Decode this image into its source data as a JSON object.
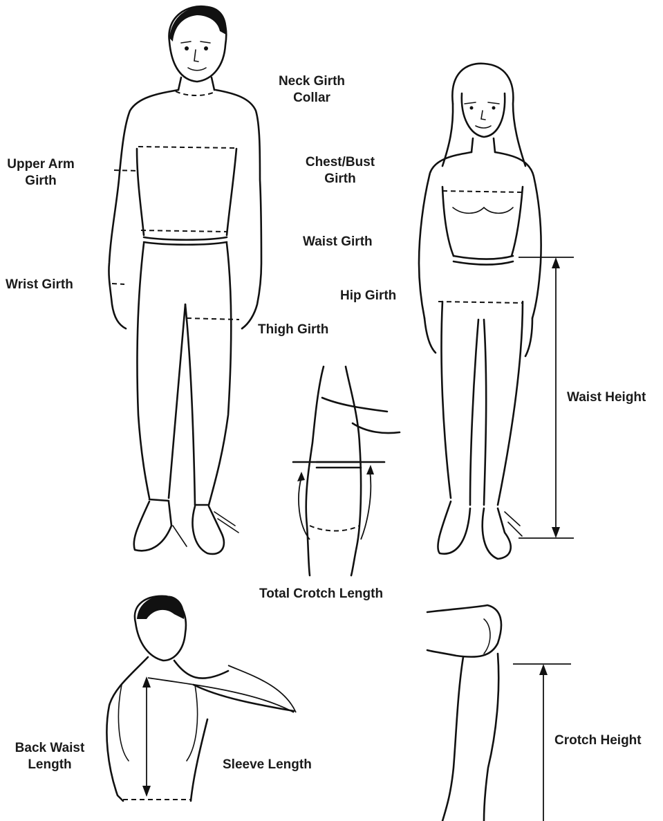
{
  "labels": {
    "neck_girth": "Neck Girth",
    "collar": "Collar",
    "upper_arm_1": "Upper Arm",
    "upper_arm_2": "Girth",
    "chest_1": "Chest/Bust",
    "chest_2": "Girth",
    "waist_girth": "Waist Girth",
    "wrist_girth": "Wrist Girth",
    "hip_girth": "Hip Girth",
    "thigh_girth": "Thigh Girth",
    "waist_height": "Waist Height",
    "total_crotch_length": "Total Crotch Length",
    "back_waist_1": "Back Waist",
    "back_waist_2": "Length",
    "sleeve_length": "Sleeve Length",
    "crotch_height": "Crotch Height"
  }
}
